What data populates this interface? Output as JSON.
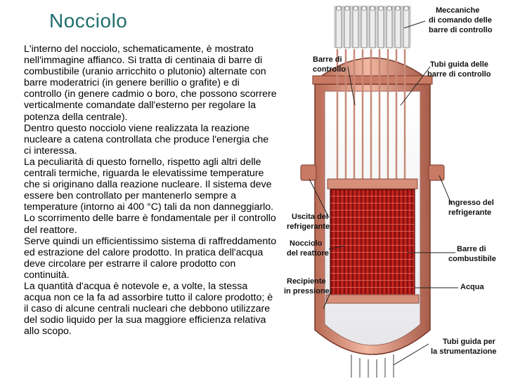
{
  "title": "Nocciolo",
  "paragraphs": [
    "L'interno del nocciolo, schematicamente, è mostrato nell'immagine affianco. Si tratta di centinaia di barre di combustibile (uranio arricchito o plutonio) alternate con barre moderatrici (in genere berillio o grafite) e di controllo (in genere cadmio o boro, che possono scorrere verticalmente comandate dall'esterno per regolare la potenza della centrale).",
    "Dentro questo nocciolo viene realizzata la reazione nucleare a catena controllata che produce l'energia che ci interessa.",
    "La peculiarità di questo fornello, rispetto agli altri delle centrali termiche, riguarda le elevatissime temperature che si originano dalla reazione nucleare. Il sistema deve essere ben controllato per mantenerlo sempre a temperature (intorno ai 400 °C) tali da non danneggiarlo.",
    "Lo scorrimento delle barre è fondamentale per il controllo del reattore.",
    "Serve quindi un efficientissimo sistema di raffreddamento ed estrazione del calore prodotto. In pratica dell'acqua deve circolare per estrarre il calore prodotto con continuità.",
    "La quantità d'acqua è notevole e, a volte, la stessa acqua non ce la fa ad assorbire tutto il calore prodotto; è il caso di alcune centrali nucleari che debbono utilizzare del sodio liquido per la sua maggiore efficienza relativa allo scopo."
  ],
  "labels": {
    "meccaniche_1": "Meccaniche",
    "meccaniche_2": "di comando delle",
    "meccaniche_3": "barre di controllo",
    "barre_controllo_1": "Barre di",
    "barre_controllo_2": "controllo",
    "tubi_guida_1": "Tubi guida delle",
    "tubi_guida_2": "barre di controllo",
    "ingresso_1": "Ingresso del",
    "ingresso_2": "refrigerante",
    "uscita_1": "Uscita del",
    "uscita_2": "refrigerante",
    "nocciolo_1": "Nocciolo",
    "nocciolo_2": "del reattore",
    "barre_comb_1": "Barre di",
    "barre_comb_2": "combustibile",
    "recipiente_1": "Recipiente",
    "recipiente_2": "in pressione",
    "acqua": "Acqua",
    "strum_1": "Tubi guida per",
    "strum_2": "la strumentazione"
  },
  "colors": {
    "title": "#1f6e6e",
    "vessel": "#e8a088",
    "fuel": "#c21a1a",
    "steel": "#b9b9b9"
  }
}
